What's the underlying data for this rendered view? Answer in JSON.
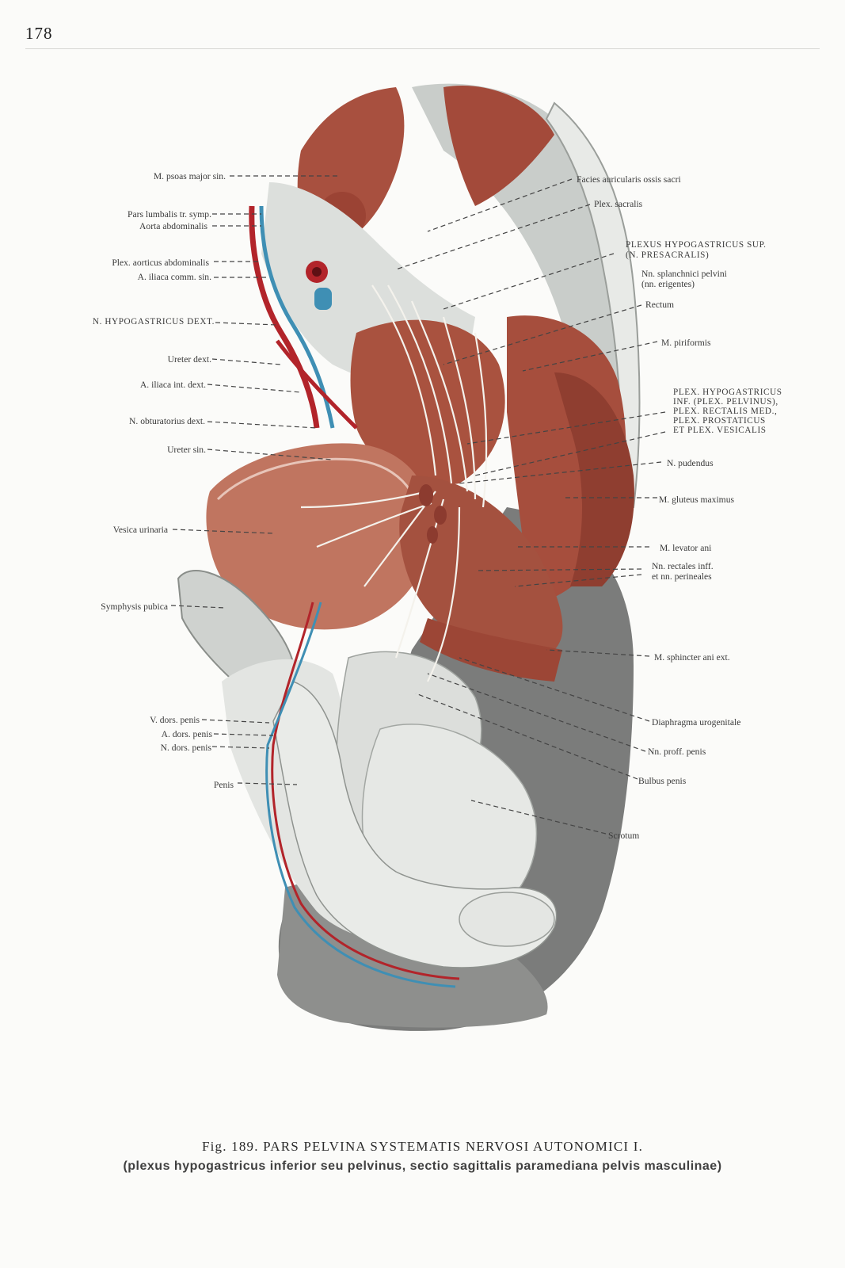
{
  "page_number": "178",
  "figure": {
    "title": "Fig. 189. PARS PELVINA SYSTEMATIS NERVOSI AUTONOMICI I.",
    "subtitle": "(plexus hypogastricus inferior seu pelvinus, sectio sagittalis paramediana pelvis masculinae)"
  },
  "labels": {
    "left": [
      "M. psoas major sin.",
      "Pars lumbalis tr. symp.",
      "Aorta abdominalis",
      "Plex. aorticus abdominalis",
      "A. iliaca comm. sin.",
      "N. HYPOGASTRICUS DEXT.",
      "Ureter dext.",
      "A. iliaca int. dext.",
      "N. obturatorius dext.",
      "Ureter sin.",
      "Vesica urinaria",
      "Symphysis pubica",
      "V. dors. penis",
      "A. dors. penis",
      "N. dors. penis",
      "Penis"
    ],
    "right": [
      "Facies auricularis ossis sacri",
      "Plex. sacralis",
      "PLEXUS HYPOGASTRICUS SUP.",
      "(N. PRESACRALIS)",
      "Nn. splanchnici pelvini",
      "(nn. erigentes)",
      "Rectum",
      "M. piriformis",
      "PLEX. HYPOGASTRICUS",
      "INF. (PLEX. PELVINUS),",
      "PLEX. RECTALIS MED.,",
      "PLEX. PROSTATICUS",
      "ET PLEX. VESICALIS",
      "N. pudendus",
      "M. gluteus maximus",
      "M. levator ani",
      "Nn. rectales inff.",
      "et nn. perineales",
      "M. sphincter ani ext.",
      "Diaphragma urogenitale",
      "Nn. proff. penis",
      "Bulbus penis",
      "Scrotum"
    ]
  },
  "colors": {
    "muscle": "#a8503f",
    "muscle_dark": "#7e3227",
    "artery": "#b2242a",
    "vein": "#3f8fb4",
    "bone": "#d6d9d6",
    "skin_shadow": "#7b7c7b",
    "nerve": "#f4f2ec",
    "leader": "#444444"
  }
}
